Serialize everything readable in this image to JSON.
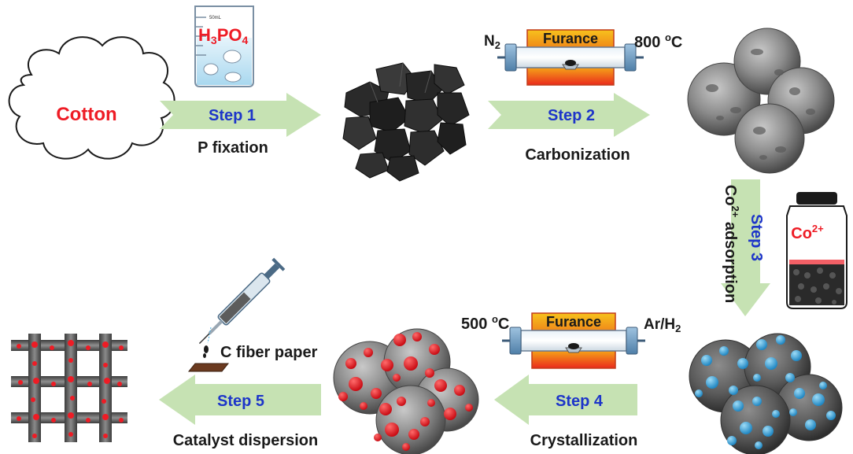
{
  "start": {
    "label": "Cotton"
  },
  "reagents": {
    "beaker_mark": "50mL",
    "h3po4": {
      "a": "H",
      "b": "3",
      "c": "PO",
      "d": "4"
    },
    "cobalt": {
      "base": "Co",
      "charge": "2+"
    }
  },
  "furnace_top": {
    "label": "Furance",
    "gas_base": "N",
    "gas_sub": "2",
    "temp": "800 ",
    "temp_sup": "o",
    "temp_unit": "C"
  },
  "furnace_bottom": {
    "label": "Furance",
    "gas_a": "Ar/H",
    "gas_sub": "2",
    "temp": "500 ",
    "temp_sup": "o",
    "temp_unit": "C"
  },
  "steps": {
    "s1": {
      "label": "Step 1",
      "desc": "P fixation"
    },
    "s2": {
      "label": "Step 2",
      "desc": "Carbonization"
    },
    "s3": {
      "label": "Step 3",
      "desc_base": "Co",
      "desc_sup": "2+",
      "desc_rest": " adsorption"
    },
    "s4": {
      "label": "Step 4",
      "desc": "Crystallization"
    },
    "s5": {
      "label": "Step 5",
      "desc": "Catalyst dispersion"
    }
  },
  "substrate": {
    "label": "C fiber paper"
  },
  "colors": {
    "arrow": "#c6e2b3",
    "step_text": "#1d35c9",
    "accent_red": "#ee1c25",
    "particle_grey": "#7a7a7a",
    "cobalt_blue": "#3fa9dd",
    "phosphide_red": "#e8161e"
  }
}
